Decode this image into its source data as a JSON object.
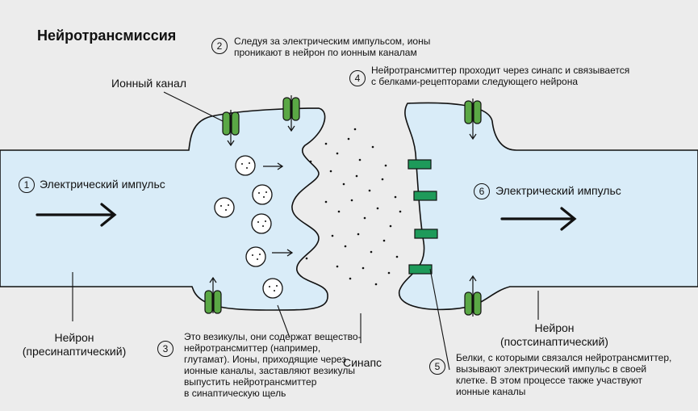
{
  "title": "Нейротрансмиссия",
  "labels": {
    "ion_channel": "Ионный канал",
    "impulse_left": "Электрический импульс",
    "impulse_right": "Электрический импульс",
    "neuron_pre_1": "Нейрон",
    "neuron_pre_2": "(пресинаптический)",
    "neuron_post_1": "Нейрон",
    "neuron_post_2": "(постсинаптический)",
    "synapse": "Синапс"
  },
  "steps": [
    {
      "num": "1"
    },
    {
      "num": "2",
      "lines": [
        "Следуя за электрическим импульсом, ионы",
        "проникают в нейрон по ионным каналам"
      ]
    },
    {
      "num": "3",
      "lines": [
        "Это везикулы, они содержат вещество-",
        "нейротрансмиттер (например,",
        "глутамат). Ионы, приходящие через",
        "ионные каналы, заставляют везикулы",
        "выпустить нейротрансмиттер",
        "в синаптическую щель"
      ]
    },
    {
      "num": "4",
      "lines": [
        "Нейротрансмиттер проходит через синапс и связывается",
        "с белками-рецепторами следующего нейрона"
      ]
    },
    {
      "num": "5",
      "lines": [
        "Белки, с которыми связался нейротрансмиттер,",
        "вызывают электрический импульс в своей",
        "клетке. В этом процессе также участвуют",
        "ионные каналы"
      ]
    },
    {
      "num": "6"
    }
  ],
  "colors": {
    "neuron_fill": "#d9ecf8",
    "channel": "#5aa845",
    "receptor": "#1e9a5a",
    "outline": "#111111"
  }
}
